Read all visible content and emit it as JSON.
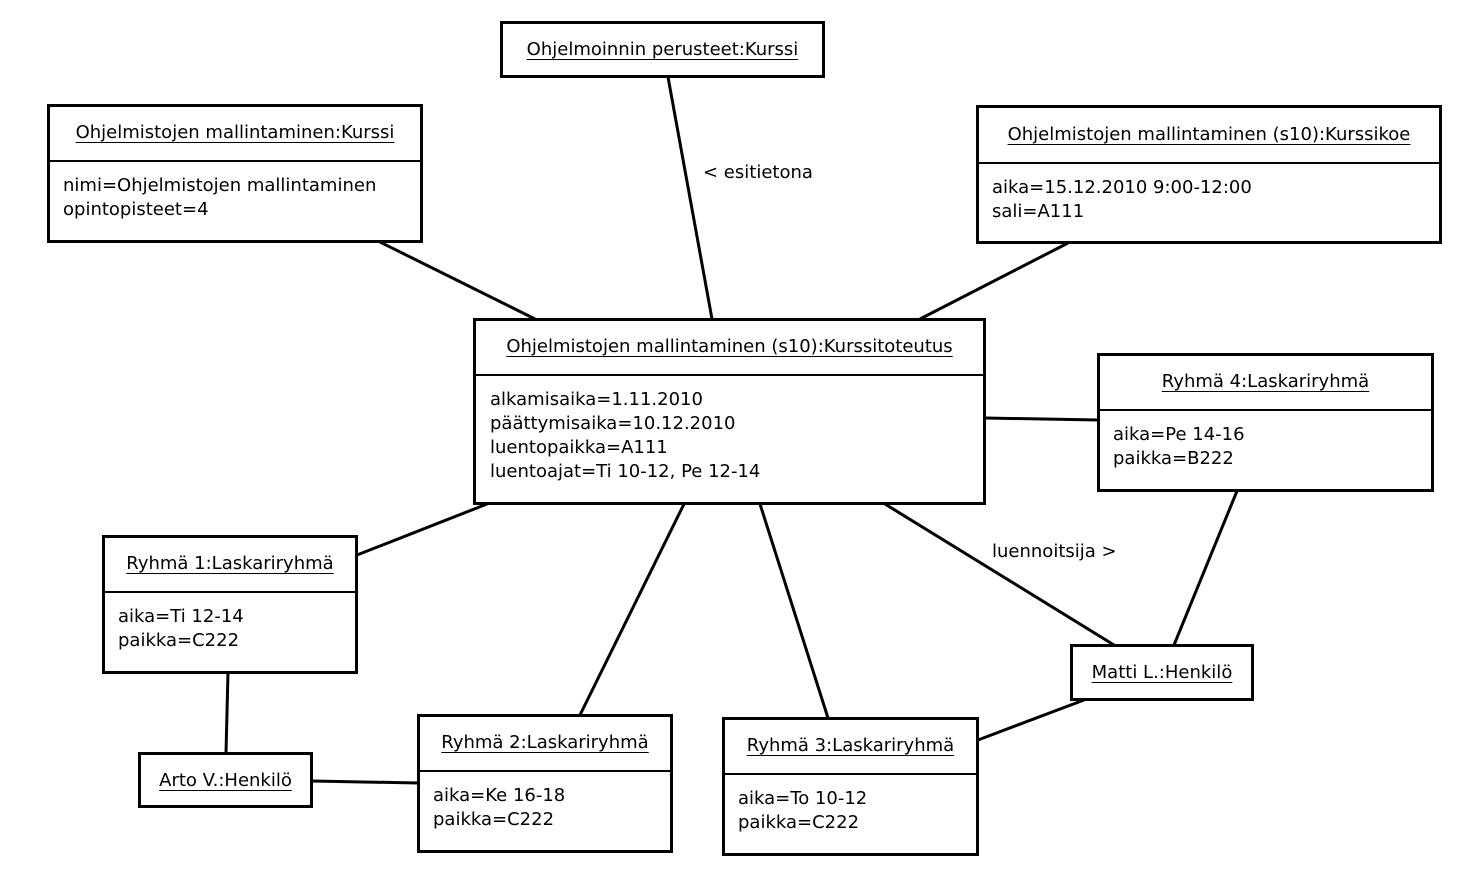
{
  "objects": {
    "perusteet": {
      "name": "Ohjelmoinnin perusteet:Kurssi"
    },
    "kurssi": {
      "name": "Ohjelmistojen mallintaminen:Kurssi",
      "attrs": [
        "nimi=Ohjelmistojen mallintaminen",
        "opintopisteet=4"
      ]
    },
    "kurssikoe": {
      "name": "Ohjelmistojen mallintaminen (s10):Kurssikoe",
      "attrs": [
        "aika=15.12.2010 9:00-12:00",
        "sali=A111"
      ]
    },
    "toteutus": {
      "name": "Ohjelmistojen mallintaminen (s10):Kurssitoteutus",
      "attrs": [
        "alkamisaika=1.11.2010",
        "päättymisaika=10.12.2010",
        "luentopaikka=A111",
        "luentoajat=Ti 10-12, Pe 12-14"
      ]
    },
    "ryhma4": {
      "name": "Ryhmä 4:Laskariryhmä",
      "attrs": [
        "aika=Pe 14-16",
        "paikka=B222"
      ]
    },
    "ryhma1": {
      "name": "Ryhmä 1:Laskariryhmä",
      "attrs": [
        "aika=Ti 12-14",
        "paikka=C222"
      ]
    },
    "ryhma2": {
      "name": "Ryhmä 2:Laskariryhmä",
      "attrs": [
        "aika=Ke 16-18",
        "paikka=C222"
      ]
    },
    "ryhma3": {
      "name": "Ryhmä 3:Laskariryhmä",
      "attrs": [
        "aika=To 10-12",
        "paikka=C222"
      ]
    },
    "matti": {
      "name": "Matti L.:Henkilö"
    },
    "arto": {
      "name": "Arto V.:Henkilö"
    }
  },
  "links": [
    {
      "from": "perusteet",
      "to": "toteutus",
      "label": "< esitietona"
    },
    {
      "from": "kurssi",
      "to": "toteutus",
      "label": ""
    },
    {
      "from": "kurssikoe",
      "to": "toteutus",
      "label": ""
    },
    {
      "from": "toteutus",
      "to": "ryhma4",
      "label": ""
    },
    {
      "from": "toteutus",
      "to": "ryhma1",
      "label": ""
    },
    {
      "from": "toteutus",
      "to": "ryhma2",
      "label": ""
    },
    {
      "from": "toteutus",
      "to": "ryhma3",
      "label": ""
    },
    {
      "from": "toteutus",
      "to": "matti",
      "label": "luennoitsija >"
    },
    {
      "from": "ryhma4",
      "to": "matti",
      "label": ""
    },
    {
      "from": "ryhma3",
      "to": "matti",
      "label": ""
    },
    {
      "from": "ryhma1",
      "to": "arto",
      "label": ""
    },
    {
      "from": "ryhma2",
      "to": "arto",
      "label": ""
    }
  ]
}
